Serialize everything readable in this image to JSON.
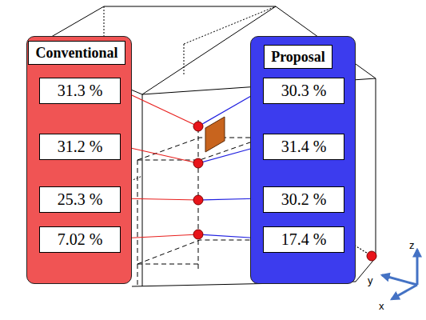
{
  "diagram": {
    "nodes": [
      {
        "text": [
          "Conventional"
        ]
      },
      {
        "text": [
          "31.3 %"
        ],
        "in": 0
      },
      {
        "text": [
          "31.2 %"
        ],
        "in": 0
      },
      {
        "text": [
          "25.3 %"
        ],
        "in": 0
      },
      {
        "text": [
          "7.02 %"
        ],
        "in": 0
      },
      {
        "text": [
          "Proposal"
        ]
      },
      {
        "text": [
          "30.3 %"
        ],
        "in": 5
      },
      {
        "text": [
          "31.4 %"
        ],
        "in": 5
      },
      {
        "text": [
          "30.2 %"
        ],
        "in": 5
      },
      {
        "text": [
          "17.4 %"
        ],
        "in": 5
      }
    ],
    "labels": [
      "z",
      "y",
      "x"
    ]
  }
}
